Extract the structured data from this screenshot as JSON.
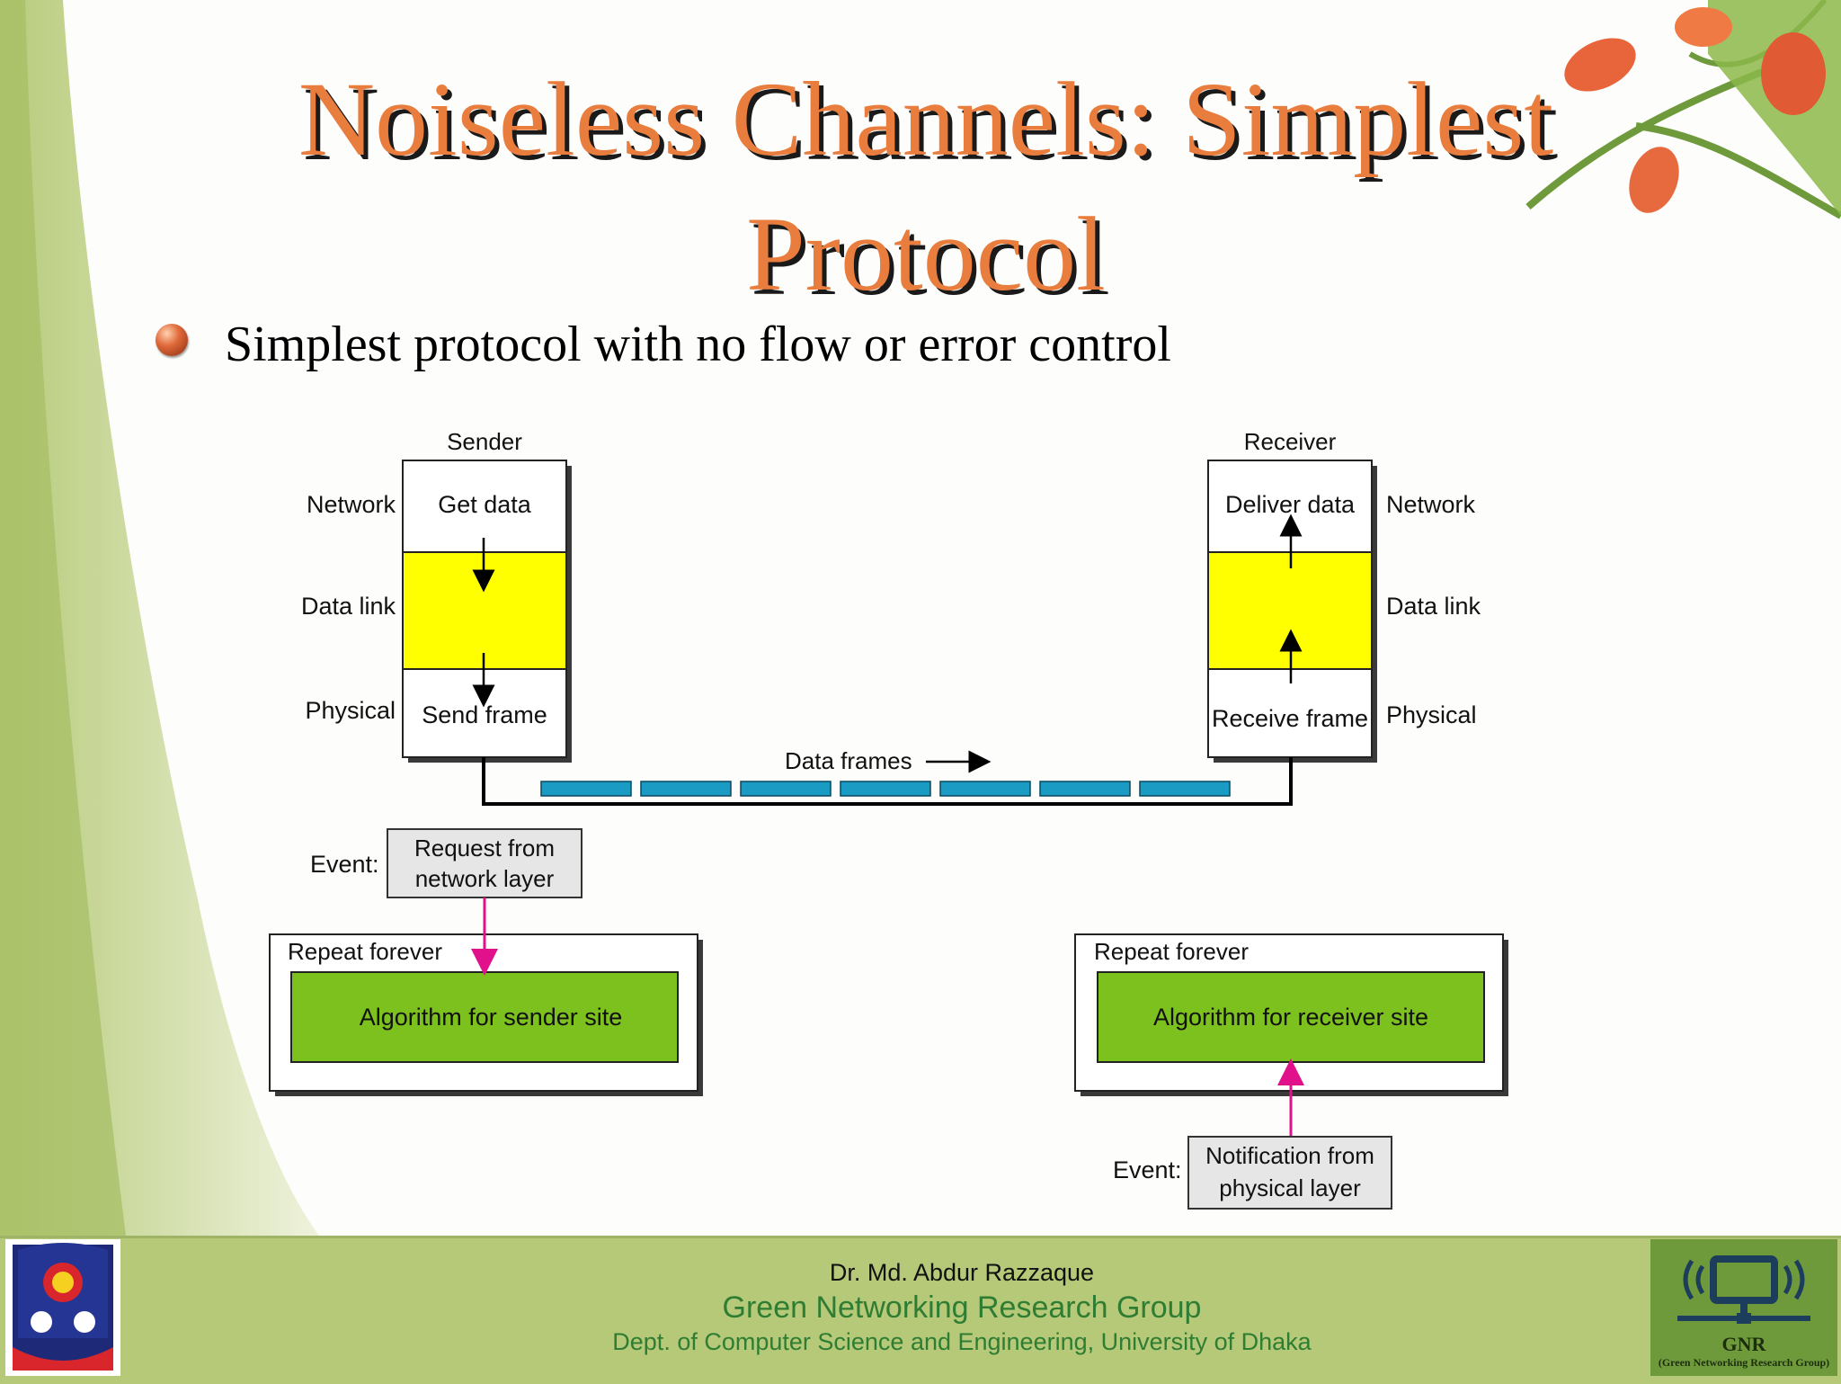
{
  "slide": {
    "title_line1": "Noiseless Channels: Simplest",
    "title_line2": "Protocol",
    "bullet": "Simplest protocol with no flow or error control"
  },
  "diagram": {
    "sender_heading": "Sender",
    "receiver_heading": "Receiver",
    "layers": {
      "network": "Network",
      "data_link": "Data link",
      "physical": "Physical"
    },
    "sender_network_text": "Get data",
    "sender_physical_text": "Send frame",
    "receiver_network_text": "Deliver data",
    "receiver_physical_text": "Receive frame",
    "data_frames_label": "Data frames",
    "event_label": "Event:",
    "sender_event_line1": "Request from",
    "sender_event_line2": "network layer",
    "receiver_event_line1": "Notification from",
    "receiver_event_line2": "physical layer",
    "repeat_forever": "Repeat forever",
    "sender_algorithm": "Algorithm for sender site",
    "receiver_algorithm": "Algorithm for receiver site"
  },
  "footer": {
    "author": "Dr. Md. Abdur Razzaque",
    "group": "Green Networking Research Group",
    "department": "Dept. of Computer Science and Engineering, University of Dhaka",
    "logo_text": "GNR",
    "logo_subtext": "(Green Networking Research Group)"
  },
  "colors": {
    "title": "#e87d3e",
    "data_link_fill": "#ffff00",
    "algorithm_fill": "#7dc11f",
    "frame_fill": "#1a9bc4",
    "event_arrow": "#e0118a",
    "footer_bg": "#b5c978"
  }
}
